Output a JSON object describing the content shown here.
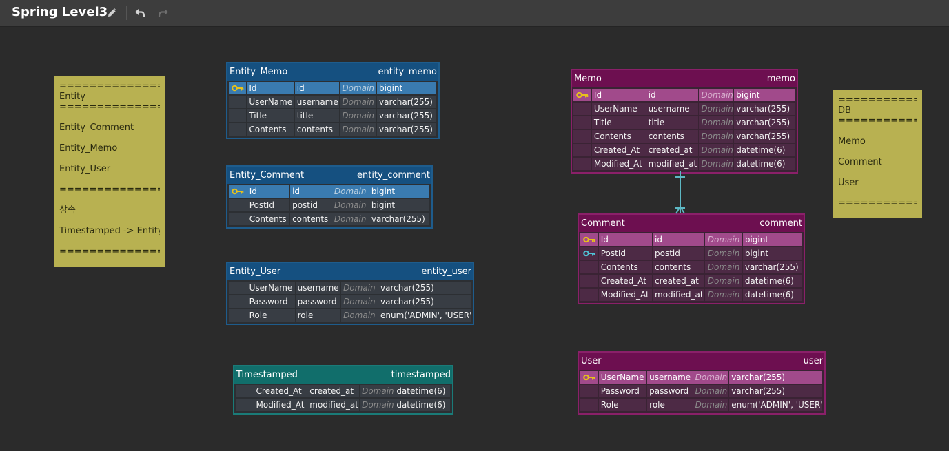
{
  "title": "Spring Level3",
  "icons": [
    "pencil-icon",
    "undo-icon",
    "redo-icon",
    "key-icon",
    "foreign-key-icon"
  ],
  "colors": {
    "blue_header": "#155080",
    "teal_header": "#116e6b",
    "magenta_header": "#6d0f50",
    "note": "#b8b151",
    "relation": "#5db8c4"
  },
  "notes": [
    {
      "id": "entity",
      "lines": [
        "==================",
        "Entity",
        "==================",
        "",
        "Entity_Comment",
        "",
        "Entity_Memo",
        "",
        "Entity_User",
        "",
        "==================",
        "",
        "상속",
        "",
        "Timestamped -> Entity",
        "",
        "=================="
      ]
    },
    {
      "id": "db",
      "lines": [
        "=============",
        "DB",
        "=============",
        "",
        "Memo",
        "",
        "Comment",
        "",
        "User",
        "",
        "============="
      ]
    }
  ],
  "tables": [
    {
      "id": "entity-memo",
      "name": "Entity_Memo",
      "db_name": "entity_memo",
      "color": "blue",
      "columns": [
        {
          "name": "Id",
          "col": "id",
          "domain": "Domain",
          "type": "bigint",
          "key": "pk"
        },
        {
          "name": "UserName",
          "col": "username",
          "domain": "Domain",
          "type": "varchar(255)",
          "key": ""
        },
        {
          "name": "Title",
          "col": "title",
          "domain": "Domain",
          "type": "varchar(255)",
          "key": ""
        },
        {
          "name": "Contents",
          "col": "contents",
          "domain": "Domain",
          "type": "varchar(255)",
          "key": ""
        }
      ]
    },
    {
      "id": "entity-comment",
      "name": "Entity_Comment",
      "db_name": "entity_comment",
      "color": "blue",
      "columns": [
        {
          "name": "Id",
          "col": "id",
          "domain": "Domain",
          "type": "bigint",
          "key": "pk"
        },
        {
          "name": "PostId",
          "col": "postid",
          "domain": "Domain",
          "type": "bigint",
          "key": ""
        },
        {
          "name": "Contents",
          "col": "contents",
          "domain": "Domain",
          "type": "varchar(255)",
          "key": ""
        }
      ]
    },
    {
      "id": "entity-user",
      "name": "Entity_User",
      "db_name": "entity_user",
      "color": "blue",
      "columns": [
        {
          "name": "UserName",
          "col": "username",
          "domain": "Domain",
          "type": "varchar(255)",
          "key": ""
        },
        {
          "name": "Password",
          "col": "password",
          "domain": "Domain",
          "type": "varchar(255)",
          "key": ""
        },
        {
          "name": "Role",
          "col": "role",
          "domain": "Domain",
          "type": "enum('ADMIN', 'USER')",
          "key": ""
        }
      ]
    },
    {
      "id": "timestamped",
      "name": "Timestamped",
      "db_name": "timestamped",
      "color": "teal",
      "columns": [
        {
          "name": "Created_At",
          "col": "created_at",
          "domain": "Domain",
          "type": "datetime(6)",
          "key": ""
        },
        {
          "name": "Modified_At",
          "col": "modified_at",
          "domain": "Domain",
          "type": "datetime(6)",
          "key": ""
        }
      ]
    },
    {
      "id": "memo",
      "name": "Memo",
      "db_name": "memo",
      "color": "mag",
      "columns": [
        {
          "name": "Id",
          "col": "id",
          "domain": "Domain",
          "type": "bigint",
          "key": "pk"
        },
        {
          "name": "UserName",
          "col": "username",
          "domain": "Domain",
          "type": "varchar(255)",
          "key": ""
        },
        {
          "name": "Title",
          "col": "title",
          "domain": "Domain",
          "type": "varchar(255)",
          "key": ""
        },
        {
          "name": "Contents",
          "col": "contents",
          "domain": "Domain",
          "type": "varchar(255)",
          "key": ""
        },
        {
          "name": "Created_At",
          "col": "created_at",
          "domain": "Domain",
          "type": "datetime(6)",
          "key": ""
        },
        {
          "name": "Modified_At",
          "col": "modified_at",
          "domain": "Domain",
          "type": "datetime(6)",
          "key": ""
        }
      ]
    },
    {
      "id": "comment",
      "name": "Comment",
      "db_name": "comment",
      "color": "mag",
      "columns": [
        {
          "name": "Id",
          "col": "id",
          "domain": "Domain",
          "type": "bigint",
          "key": "pk"
        },
        {
          "name": "PostId",
          "col": "postid",
          "domain": "Domain",
          "type": "bigint",
          "key": "fk"
        },
        {
          "name": "Contents",
          "col": "contents",
          "domain": "Domain",
          "type": "varchar(255)",
          "key": ""
        },
        {
          "name": "Created_At",
          "col": "created_at",
          "domain": "Domain",
          "type": "datetime(6)",
          "key": ""
        },
        {
          "name": "Modified_At",
          "col": "modified_at",
          "domain": "Domain",
          "type": "datetime(6)",
          "key": ""
        }
      ]
    },
    {
      "id": "user",
      "name": "User",
      "db_name": "user",
      "color": "mag",
      "columns": [
        {
          "name": "UserName",
          "col": "username",
          "domain": "Domain",
          "type": "varchar(255)",
          "key": "pk"
        },
        {
          "name": "Password",
          "col": "password",
          "domain": "Domain",
          "type": "varchar(255)",
          "key": ""
        },
        {
          "name": "Role",
          "col": "role",
          "domain": "Domain",
          "type": "enum('ADMIN', 'USER')",
          "key": ""
        }
      ]
    }
  ],
  "relations": [
    {
      "from": "memo",
      "to": "comment",
      "type": "one-to-many"
    }
  ]
}
